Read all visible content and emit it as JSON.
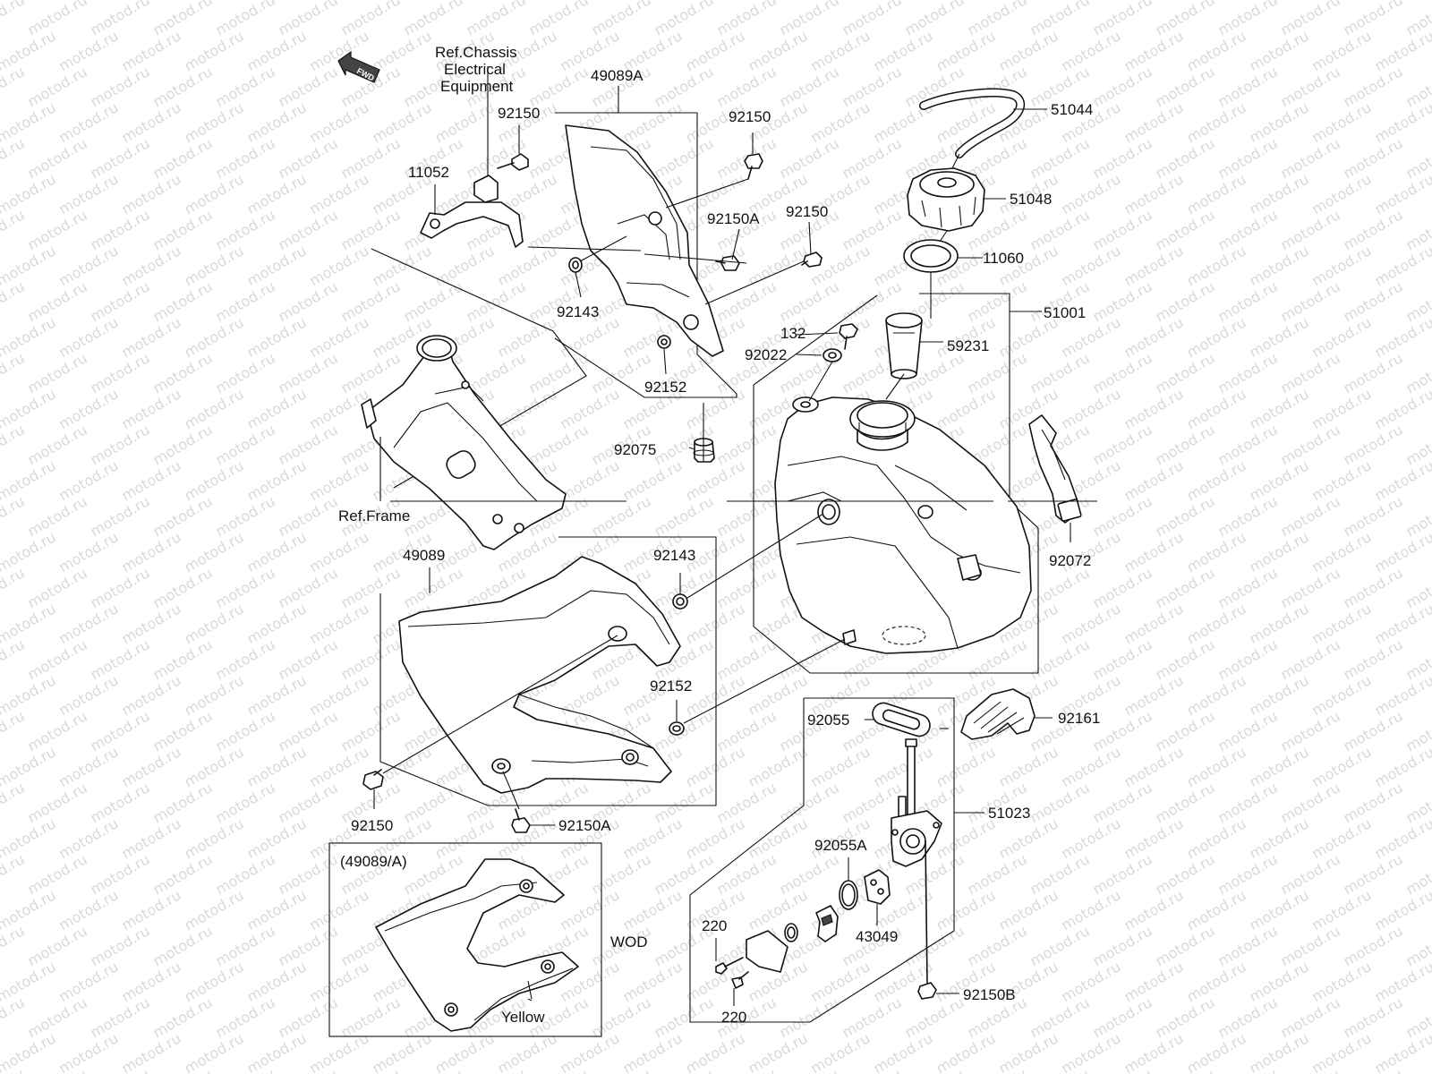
{
  "watermark": "motod.ru",
  "fwd_label": "FWD",
  "labels": {
    "ref_chassis_1": "Ref.Chassis",
    "ref_chassis_2": "Electrical",
    "ref_chassis_3": "Equipment",
    "ref_frame": "Ref.Frame",
    "p49089A": "49089A",
    "p92150_top_left": "92150",
    "p11052": "11052",
    "p92150_top_mid": "92150",
    "p92150A_top": "92150A",
    "p92150_right": "92150",
    "p92143_top": "92143",
    "p92152_top": "92152",
    "p51044": "51044",
    "p51048": "51048",
    "p11060": "11060",
    "p51001": "51001",
    "p132": "132",
    "p92022": "92022",
    "p59231": "59231",
    "p92075": "92075",
    "p92072": "92072",
    "p49089": "49089",
    "p92143_mid": "92143",
    "p92152_mid": "92152",
    "p92150_bottom": "92150",
    "p92150A_bottom": "92150A",
    "p92055": "92055",
    "p92161": "92161",
    "p51023": "51023",
    "p92055A": "92055A",
    "p43049": "43049",
    "p220_upper": "220",
    "p220_lower": "220",
    "p92150B": "92150B",
    "inset_title": "(49089/A)",
    "inset_yellow": "Yellow",
    "inset_wod": "WOD"
  }
}
